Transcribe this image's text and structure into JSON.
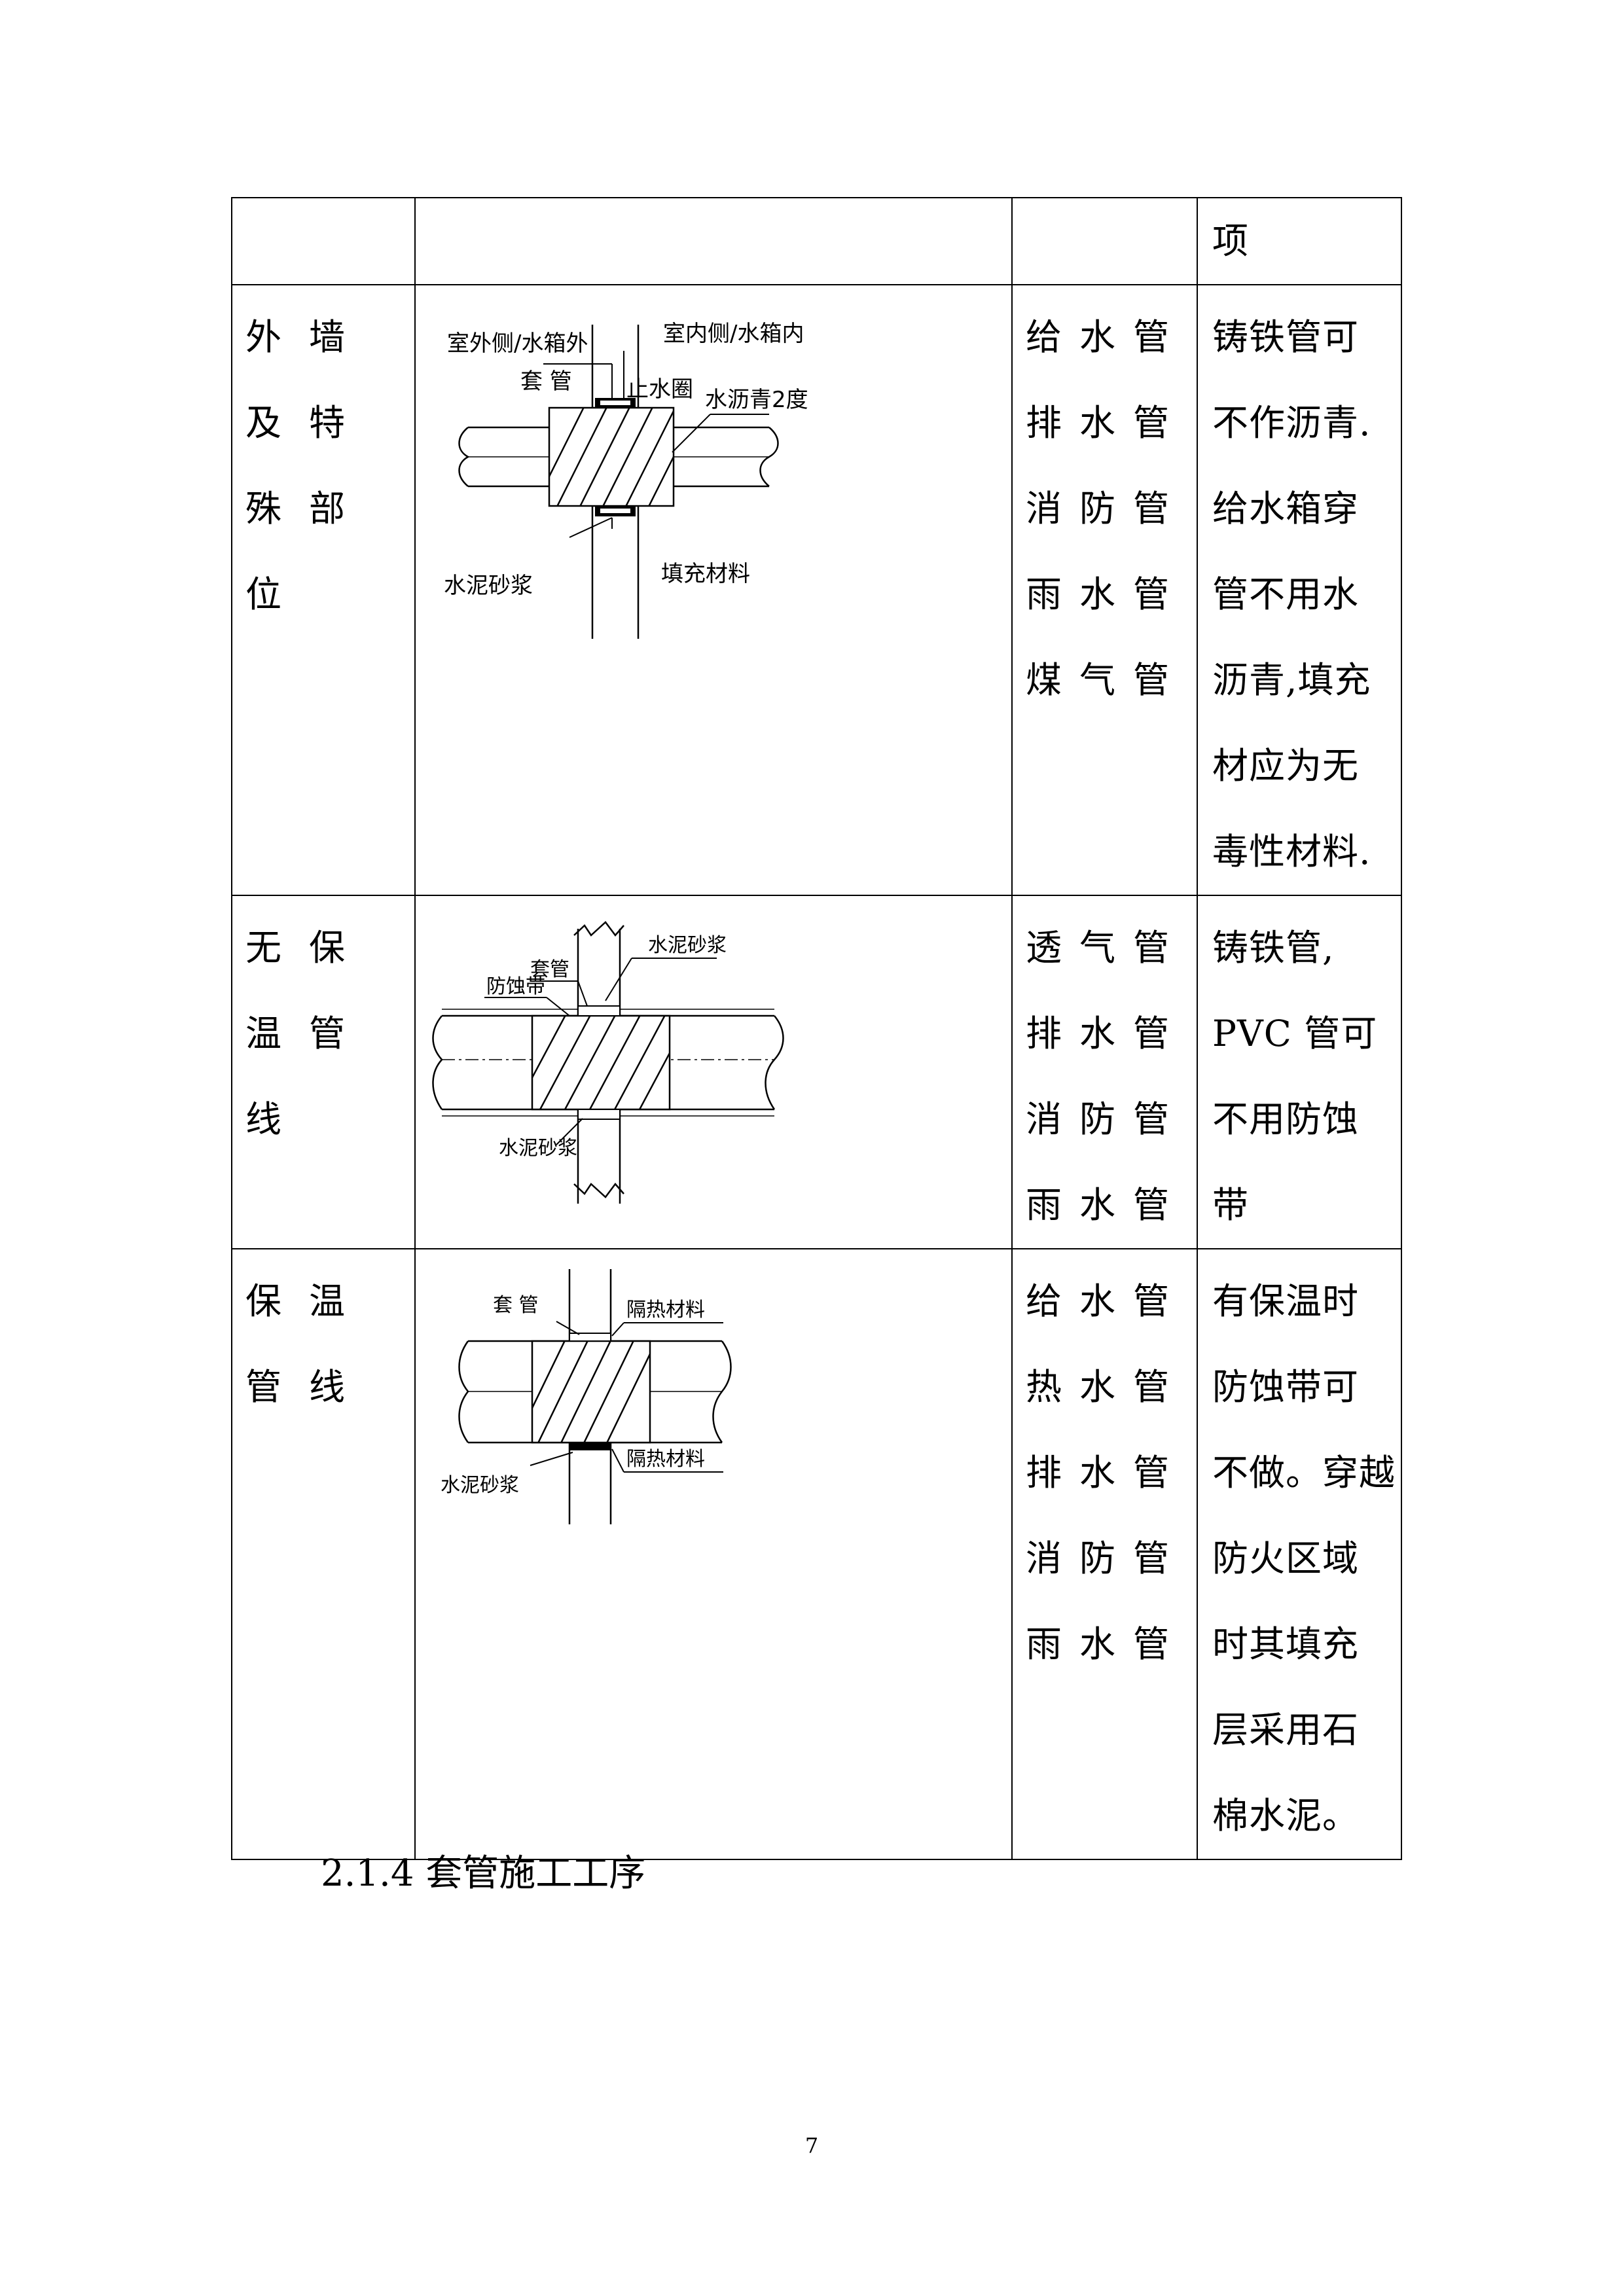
{
  "table": {
    "header": {
      "col4": "项"
    },
    "rows": [
      {
        "location": [
          "外墙",
          "及特",
          "殊部",
          "位"
        ],
        "pipes": [
          "给水管",
          "排水管",
          "消防管",
          "雨水管",
          "煤气管"
        ],
        "notes": [
          "铸铁管可",
          "不作沥青.",
          "给水箱穿",
          "管不用水",
          "沥青,填充",
          "材应为无",
          "毒性材料."
        ],
        "figure": {
          "outside_label": "室外侧/水箱外",
          "inside_label": "室内侧/水箱内",
          "sleeve_label": "套 管",
          "waterstop_label": "止水圈",
          "asphalt_label": "水沥青2度",
          "mortar_label": "水泥砂浆",
          "filler_label": "填充材料"
        }
      },
      {
        "location": [
          "无保",
          "温管",
          "线"
        ],
        "pipes": [
          "透气管",
          "排水管",
          "消防管",
          "雨水管"
        ],
        "notes": [
          "铸铁管,",
          "PVC 管可",
          "不用防蚀",
          "带"
        ],
        "figure": {
          "mortar_top_label": "水泥砂浆",
          "sleeve_label": "套管",
          "anticorrosion_label": "防蚀带",
          "mortar_bottom_label": "水泥砂浆"
        }
      },
      {
        "location": [
          "保温",
          "管线"
        ],
        "pipes": [
          "给水管",
          "热水管",
          "排水管",
          "消防管",
          "雨水管"
        ],
        "notes": [
          "有保温时",
          "防蚀带可",
          "不做。穿越",
          "防火区域",
          "时其填充",
          "层采用石",
          "棉水泥。"
        ],
        "figure": {
          "sleeve_label": "套 管",
          "insulation_top_label": "隔热材料",
          "mortar_label": "水泥砂浆",
          "insulation_bottom_label": "隔热材料"
        }
      }
    ]
  },
  "section_heading": "2.1.4 套管施工工序",
  "page_number": "7"
}
